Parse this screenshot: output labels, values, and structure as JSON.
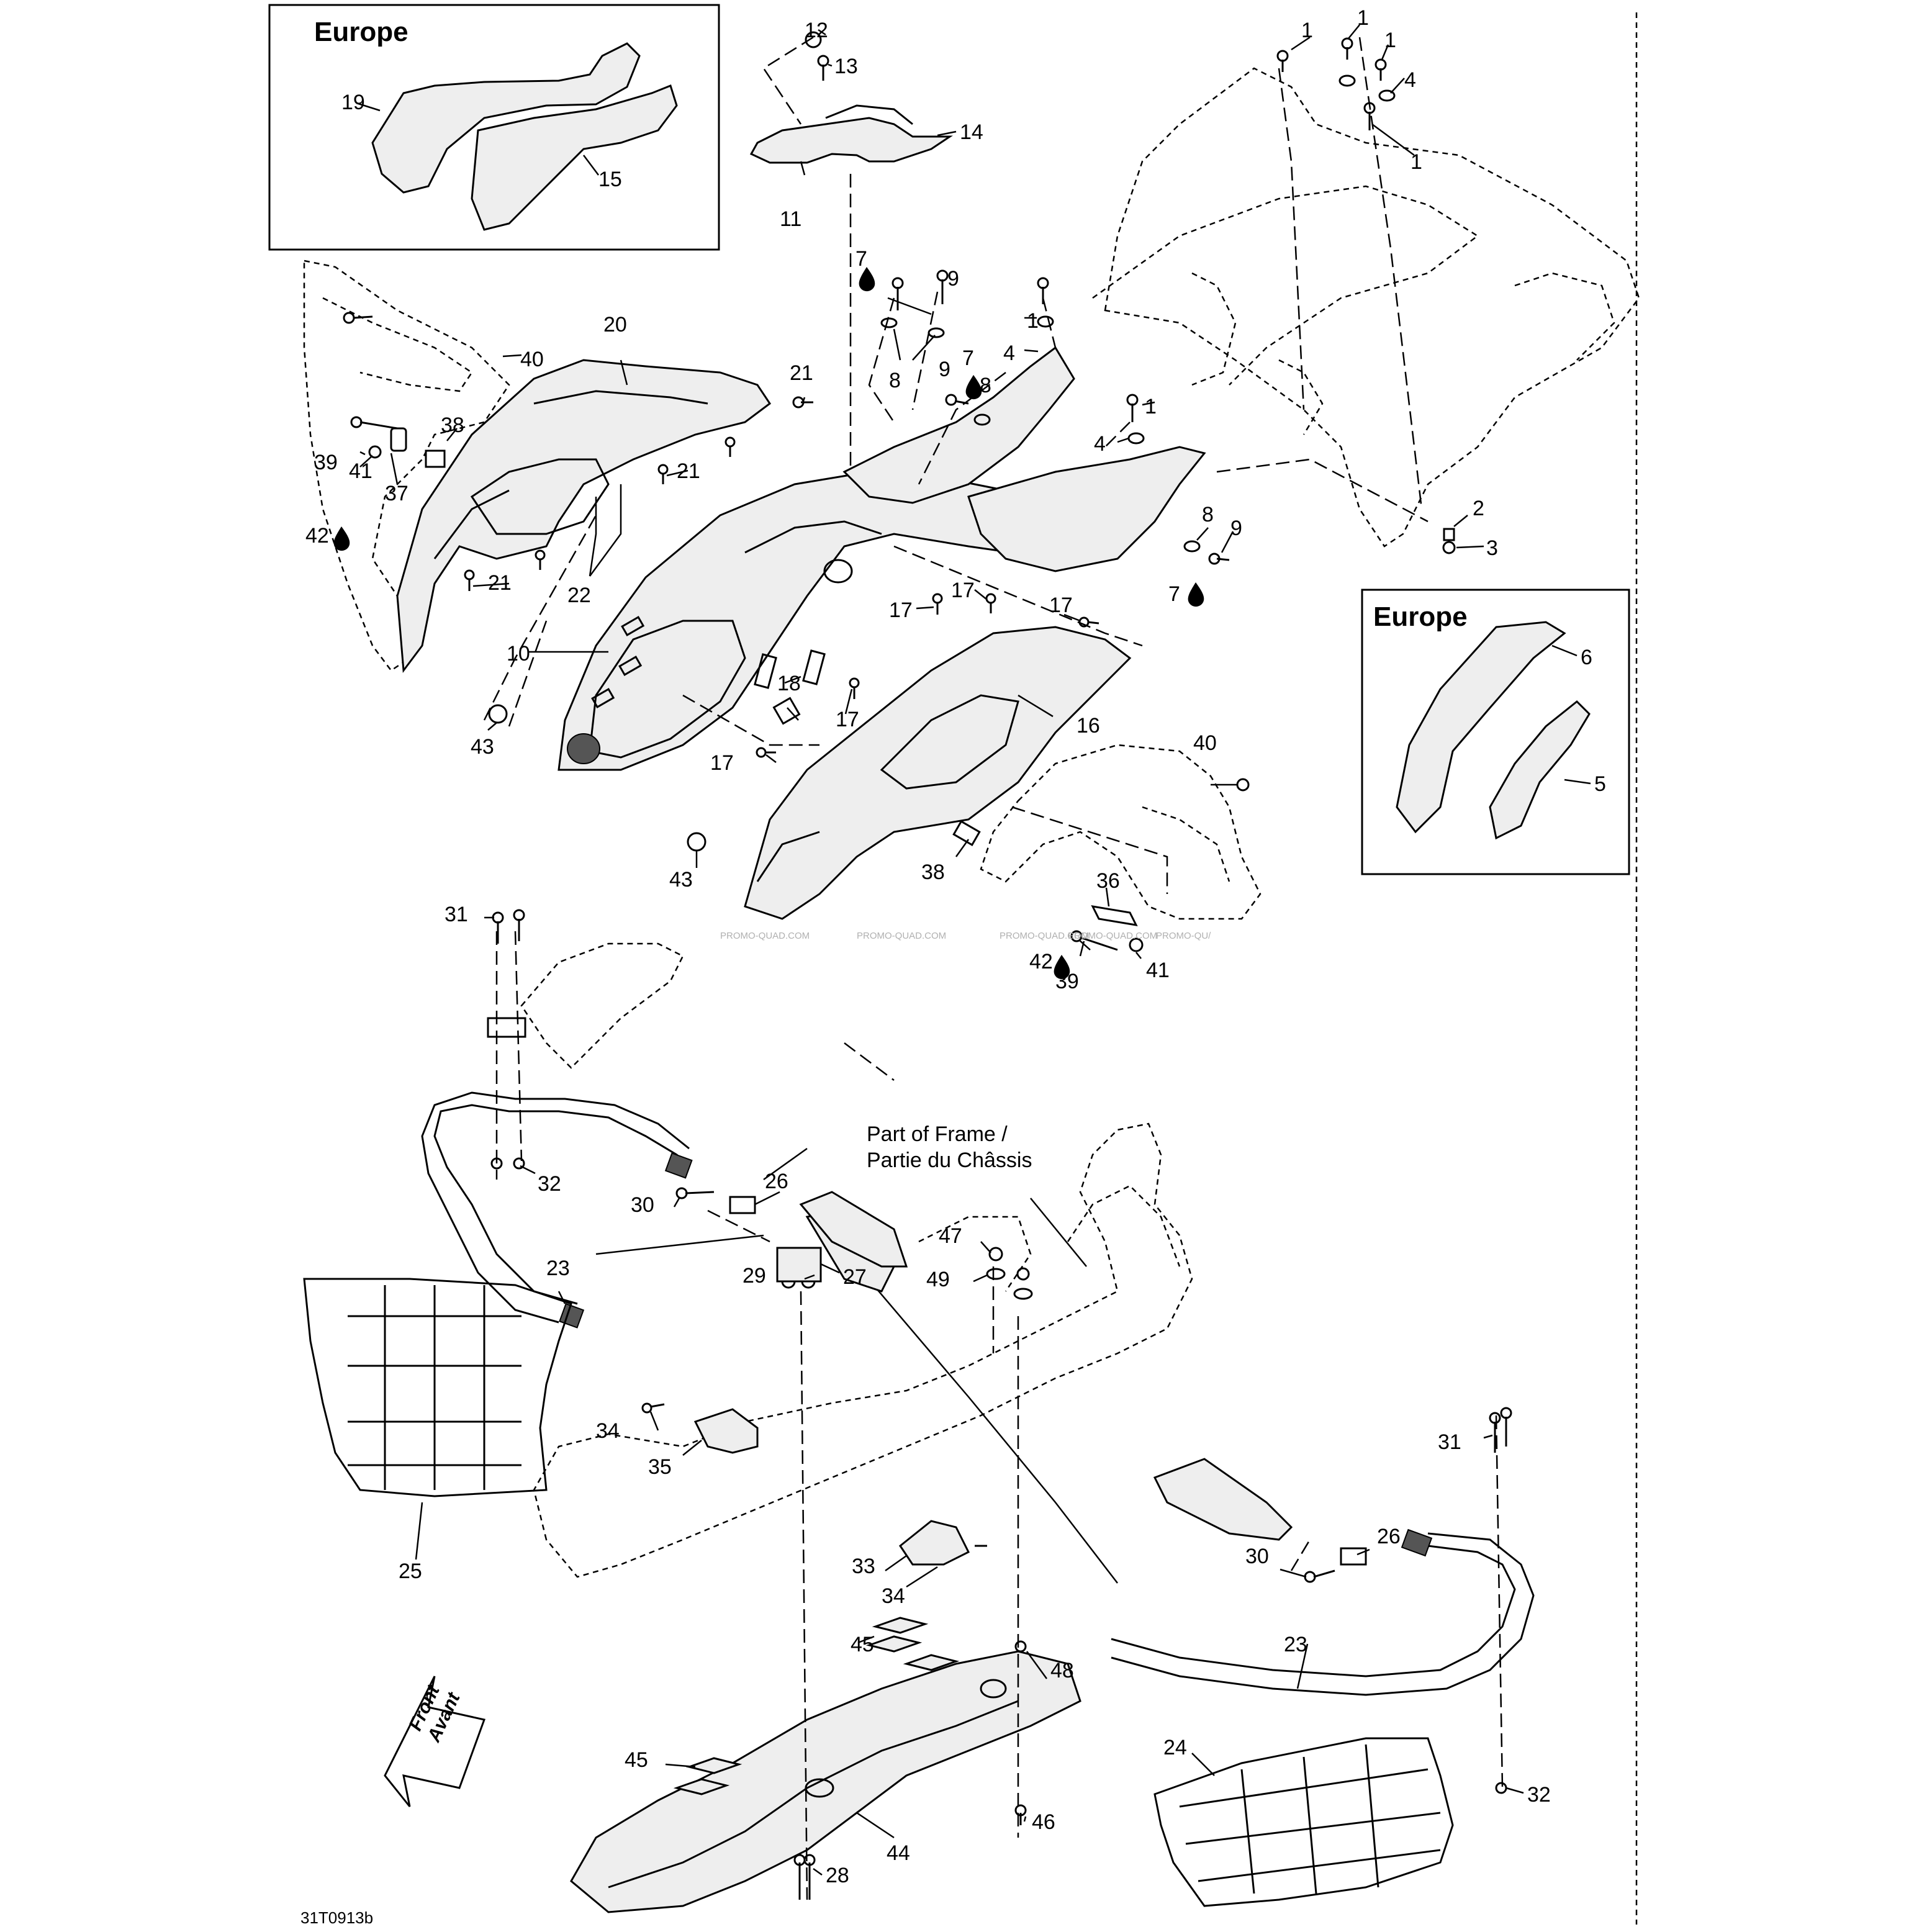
{
  "inset_boxes": [
    {
      "title": "Europe",
      "parts": [
        "19",
        "15"
      ]
    },
    {
      "title": "Europe",
      "parts": [
        "6",
        "5"
      ]
    }
  ],
  "callouts": {
    "c1a": "1",
    "c1b": "1",
    "c1c": "1",
    "c1d": "1",
    "c1e": "1",
    "c1f": "1",
    "c2": "2",
    "c3": "3",
    "c4a": "4",
    "c4b": "4",
    "c4c": "4",
    "c5": "5",
    "c6": "6",
    "c7a": "7",
    "c7b": "7",
    "c7c": "7",
    "c8a": "8",
    "c8b": "8",
    "c8c": "8",
    "c9a": "9",
    "c9b": "9",
    "c9c": "9",
    "c10": "10",
    "c11": "11",
    "c12": "12",
    "c13": "13",
    "c14": "14",
    "c15": "15",
    "c16": "16",
    "c17a": "17",
    "c17b": "17",
    "c17c": "17",
    "c17d": "17",
    "c17e": "17",
    "c18": "18",
    "c19": "19",
    "c20": "20",
    "c21a": "21",
    "c21b": "21",
    "c21c": "21",
    "c22": "22",
    "c23a": "23",
    "c23b": "23",
    "c24": "24",
    "c25": "25",
    "c26a": "26",
    "c26b": "26",
    "c27": "27",
    "c28": "28",
    "c29": "29",
    "c30a": "30",
    "c30b": "30",
    "c31a": "31",
    "c31b": "31",
    "c32a": "32",
    "c32b": "32",
    "c33": "33",
    "c34a": "34",
    "c34b": "34",
    "c35": "35",
    "c36": "36",
    "c37": "37",
    "c38a": "38",
    "c38b": "38",
    "c39a": "39",
    "c39b": "39",
    "c40a": "40",
    "c40b": "40",
    "c41a": "41",
    "c41b": "41",
    "c42a": "42",
    "c42b": "42",
    "c43a": "43",
    "c43b": "43",
    "c44": "44",
    "c45a": "45",
    "c45b": "45",
    "c46": "46",
    "c47": "47",
    "c48": "48",
    "c49": "49"
  },
  "frame_note": {
    "line1": "Part of Frame /",
    "line2": "Partie du Châssis"
  },
  "front_arrow": {
    "line1": "Front",
    "line2": "Avant"
  },
  "watermarks": [
    "PROMO-QUAD.COM",
    "PROMO-QUAD.COM",
    "PROMO-QUAD.COM",
    "PROMO-QUAD.COM",
    "PROMO-QU/"
  ],
  "drawing_ref": "31T0913b"
}
